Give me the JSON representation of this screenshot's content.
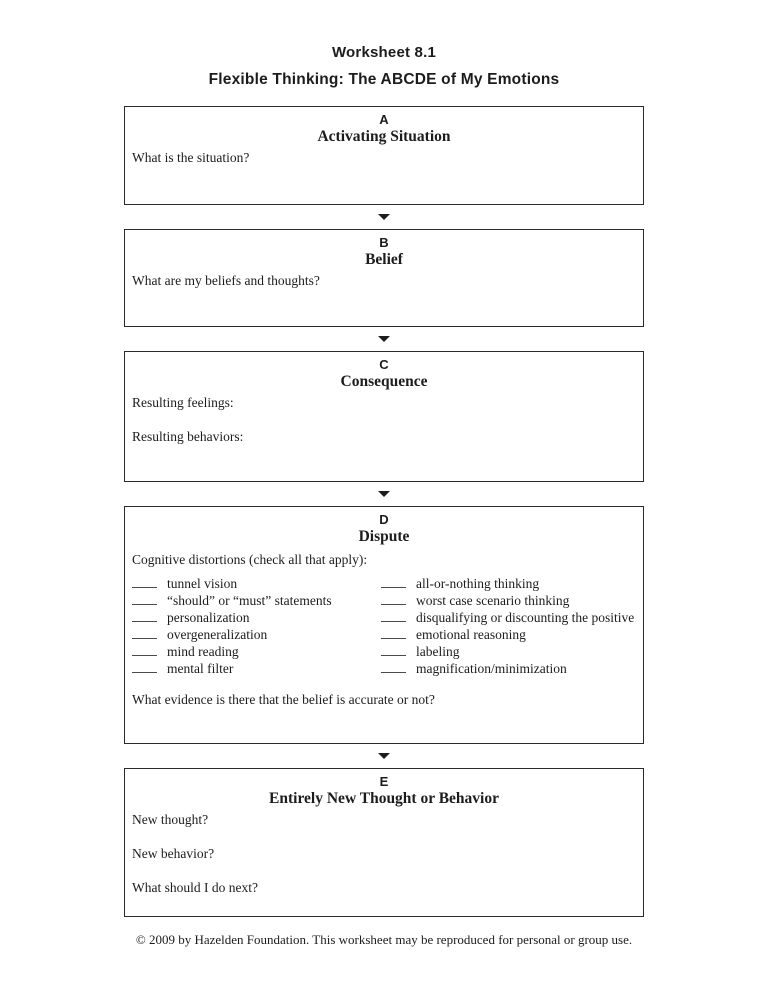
{
  "page": {
    "title_line1": "Worksheet 8.1",
    "title_line2": "Flexible Thinking: The ABCDE of My Emotions",
    "footer": "© 2009 by Hazelden Foundation. This worksheet may be reproduced for personal or group use."
  },
  "icons": {
    "section_connector": "arrow-down"
  },
  "sections": [
    {
      "letter": "A",
      "heading": "Activating Situation",
      "prompt1": "What is the situation?"
    },
    {
      "letter": "B",
      "heading": "Belief",
      "prompt1": "What are my beliefs and thoughts?"
    },
    {
      "letter": "C",
      "heading": "Consequence",
      "prompt1": "Resulting feelings:",
      "prompt2": "Resulting behaviors:"
    },
    {
      "letter": "D",
      "heading": "Dispute",
      "intro": "Cognitive distortions (check all that apply):",
      "checklist_left": [
        "tunnel vision",
        "“should” or “must” statements",
        "personalization",
        "overgeneralization",
        "mind reading",
        "mental filter"
      ],
      "checklist_right": [
        "all-or-nothing thinking",
        "worst case scenario thinking",
        "disqualifying or discounting the positive",
        "emotional reasoning",
        "labeling",
        "magnification/minimization"
      ],
      "question": "What evidence is there that the belief is accurate or not?"
    },
    {
      "letter": "E",
      "heading": "Entirely New Thought or Behavior",
      "prompt1": "New thought?",
      "prompt2": "New behavior?",
      "prompt3": "What should I do next?"
    }
  ]
}
